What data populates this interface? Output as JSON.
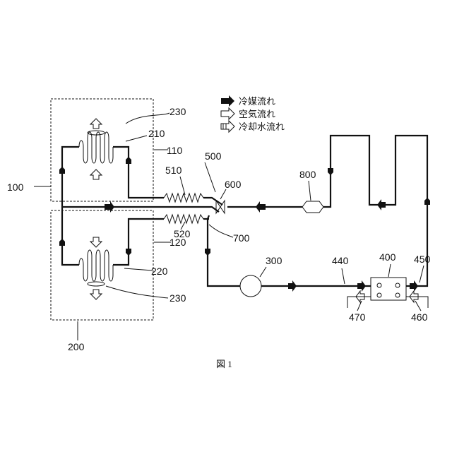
{
  "legend": {
    "refrigerant_flow": "冷媒流れ",
    "air_flow": "空気流れ",
    "coolant_flow": "冷却水流れ"
  },
  "labels": {
    "l100": "100",
    "l110": "110",
    "l120": "120",
    "l200": "200",
    "l210": "210",
    "l220": "220",
    "l230a": "230",
    "l230b": "230",
    "l300": "300",
    "l400": "400",
    "l440": "440",
    "l450": "450",
    "l460": "460",
    "l470": "470",
    "l500": "500",
    "l510": "510",
    "l520": "520",
    "l600": "600",
    "l700": "700",
    "l800": "800"
  },
  "caption": "図 1",
  "colors": {
    "line": "#111111",
    "background": "#ffffff"
  }
}
